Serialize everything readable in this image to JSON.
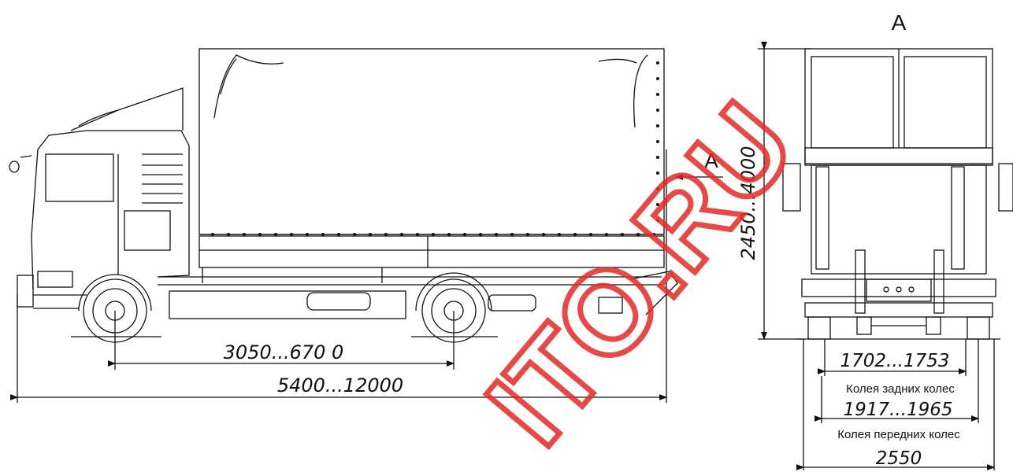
{
  "view_marker": "A",
  "view_title": "A",
  "dimensions": {
    "wheelbase": "3050...670 0",
    "overall_length": "5400...12000",
    "height": "2450...4000",
    "rear_track": "1702...1753",
    "front_track": "1917...1965",
    "width": "2550"
  },
  "labels": {
    "rear_track_caption": "Колея задних колес",
    "front_track_caption": "Колея передних колес"
  },
  "watermark": "ITO.RU",
  "colors": {
    "line": "#111111",
    "watermark": "#e22b26"
  }
}
